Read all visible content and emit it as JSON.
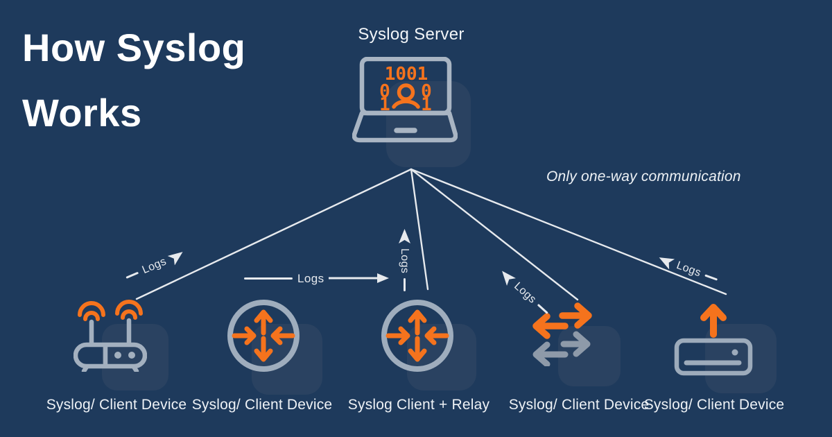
{
  "title": {
    "line1": "How Syslog",
    "line2": "Works"
  },
  "server": {
    "label": "Syslog Server",
    "icon": "laptop-binary-person-icon",
    "screen": {
      "row1": "1001",
      "row2_left": "0",
      "row2_right": "0",
      "row3_left": "1",
      "row3_right": "1"
    }
  },
  "note": {
    "text": "Only one-way communication"
  },
  "devices": [
    {
      "label": "Syslog/ Client Device",
      "icon": "wireless-router-icon"
    },
    {
      "label": "Syslog/ Client Device",
      "icon": "router-icon"
    },
    {
      "label": "Syslog Client + Relay",
      "icon": "router-icon"
    },
    {
      "label": "Syslog/ Client Device",
      "icon": "two-way-arrows-icon"
    },
    {
      "label": "Syslog/ Client Device",
      "icon": "network-switch-icon"
    }
  ],
  "flow_labels": [
    {
      "text": "Logs",
      "direction": "up-right toward server"
    },
    {
      "text": "Logs",
      "direction": "right toward relay"
    },
    {
      "text": "Logs",
      "direction": "up toward server"
    },
    {
      "text": "Logs",
      "direction": "up-left toward server"
    },
    {
      "text": "Logs",
      "direction": "up-left toward server"
    }
  ],
  "colors": {
    "background": "#1e3a5c",
    "accent_orange": "#f5731d",
    "icon_gray": "#a3b0bf",
    "arrow_gray": "#8e9aa9",
    "line_white": "#e7eaee",
    "tile_navy": "#2a4261"
  }
}
